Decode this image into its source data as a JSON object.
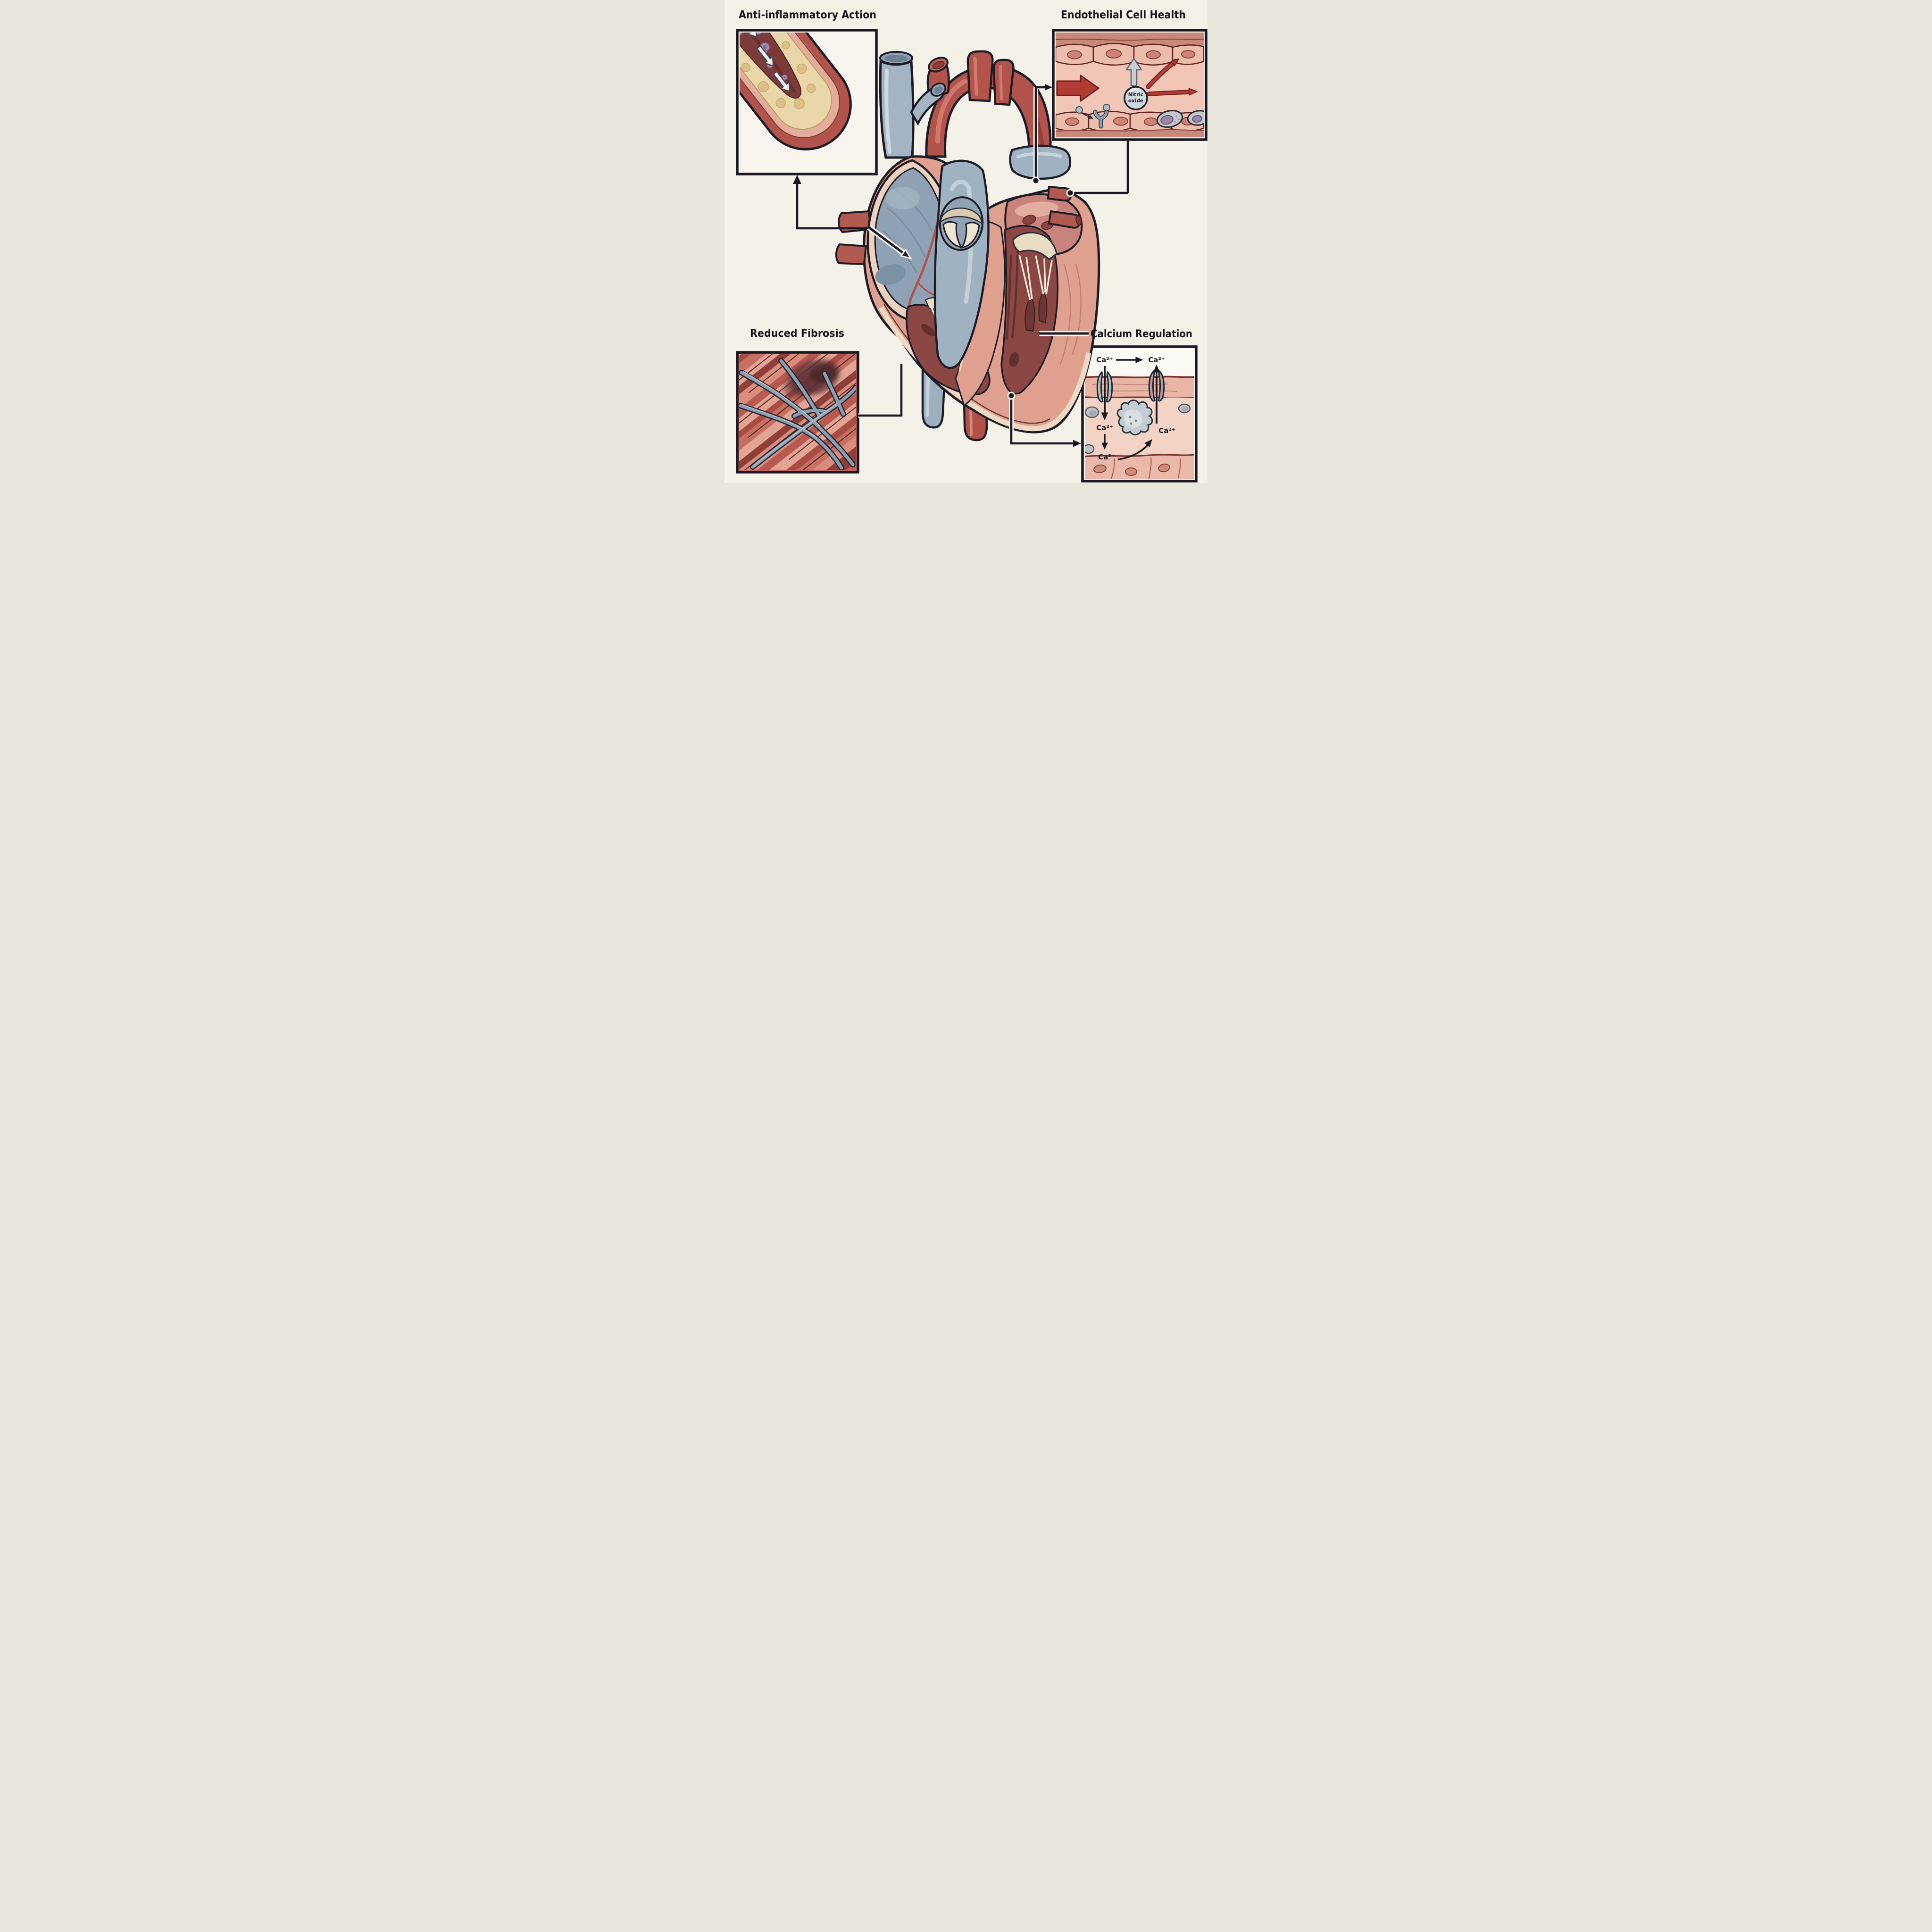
{
  "figure": {
    "background": "#f4f1e9",
    "panels": {
      "anti_inflammatory": {
        "title": "Anti-inflammatory Action"
      },
      "endothelial": {
        "title": "Endothelial Cell Health",
        "nitric_oxide": {
          "line1": "Nitric",
          "line2": "oxide"
        }
      },
      "fibrosis": {
        "title": "Reduced Fibrosis"
      },
      "calcium": {
        "title": "Calcium Regulation",
        "ion": "Ca²⁺"
      }
    },
    "colors": {
      "background": "#f4f1e9",
      "panel_background": "#f8f5ee",
      "panel_border": "#191823",
      "outline": "#1d1c26",
      "artery_red": "#b2544c",
      "vein_blue": "#9fb2c1",
      "myocardium_pink": "#dfa090",
      "epicardium_cream": "#ecd2bd",
      "chamber_dark_red": "#8a4743",
      "valve_cream": "#efe4cf",
      "plaque_yellow": "#ead7a9",
      "inflammatory_cell_purple": "#a78fa9",
      "flow_arrow_red": "#b13c35",
      "nitric_oxide_circle": "#cfd9df",
      "fibrosis_strand_blue": "#8b9fae",
      "membrane_pink": "#e9b6a6",
      "channel_blue": "#a9bfc9",
      "channel_purple": "#b19aa9",
      "title_text": "#15141c"
    }
  }
}
